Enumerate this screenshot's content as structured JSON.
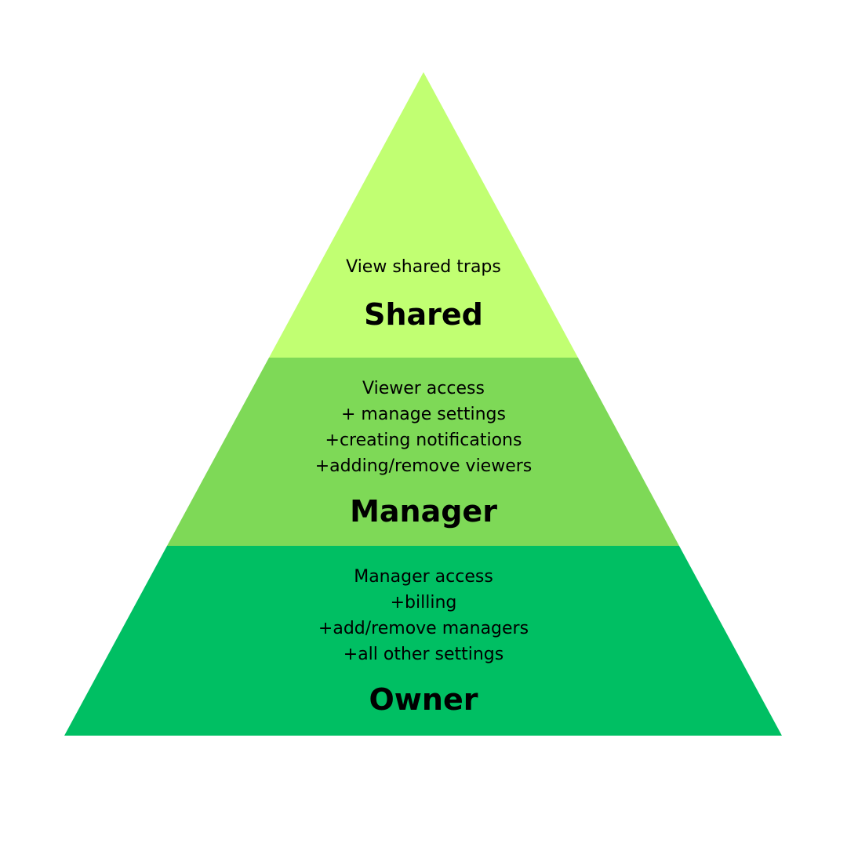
{
  "pyramid": {
    "tiers": [
      {
        "name": "Shared",
        "color": "#c1ff72",
        "lines": [
          "View shared traps"
        ]
      },
      {
        "name": "Manager",
        "color": "#7ed957",
        "lines": [
          "Viewer access",
          "+ manage settings",
          "+creating notifications",
          "+adding/remove viewers"
        ]
      },
      {
        "name": "Owner",
        "color": "#00bf63",
        "lines": [
          "Manager access",
          "+billing",
          "+add/remove managers",
          "+all other settings"
        ]
      }
    ]
  }
}
